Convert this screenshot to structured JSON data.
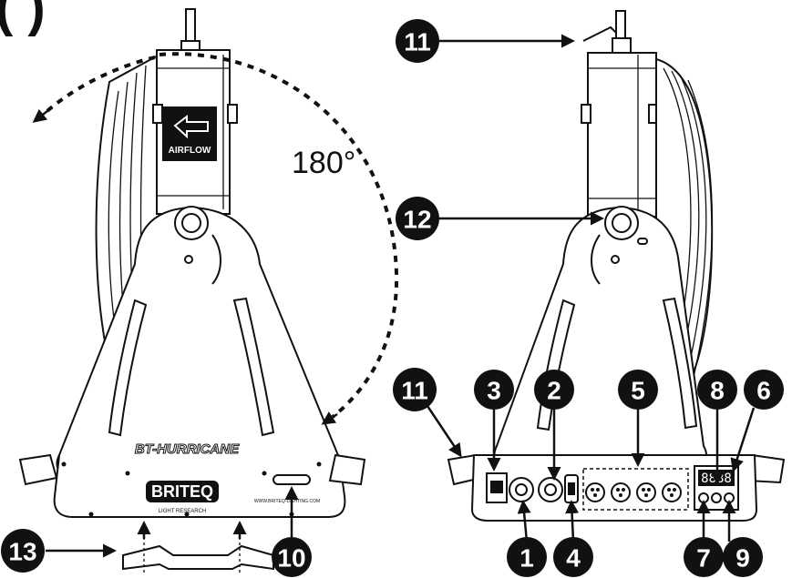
{
  "title_fragment": "(                    )",
  "rotation_label": "180°",
  "airflow_label": "AIRFLOW",
  "brand_model": "BT-HURRICANE",
  "brand_logo": "BRITEQ",
  "brand_tagline": "LIGHT RESEARCH",
  "website": "WWW.BRITEQ-LIGHTING.COM",
  "callouts": {
    "c1": "1",
    "c2": "2",
    "c3": "3",
    "c4": "4",
    "c5": "5",
    "c6": "6",
    "c7": "7",
    "c8": "8",
    "c9": "9",
    "c10": "10",
    "c11a": "11",
    "c11b": "11",
    "c12": "12",
    "c13": "13"
  },
  "display_text": "8888"
}
